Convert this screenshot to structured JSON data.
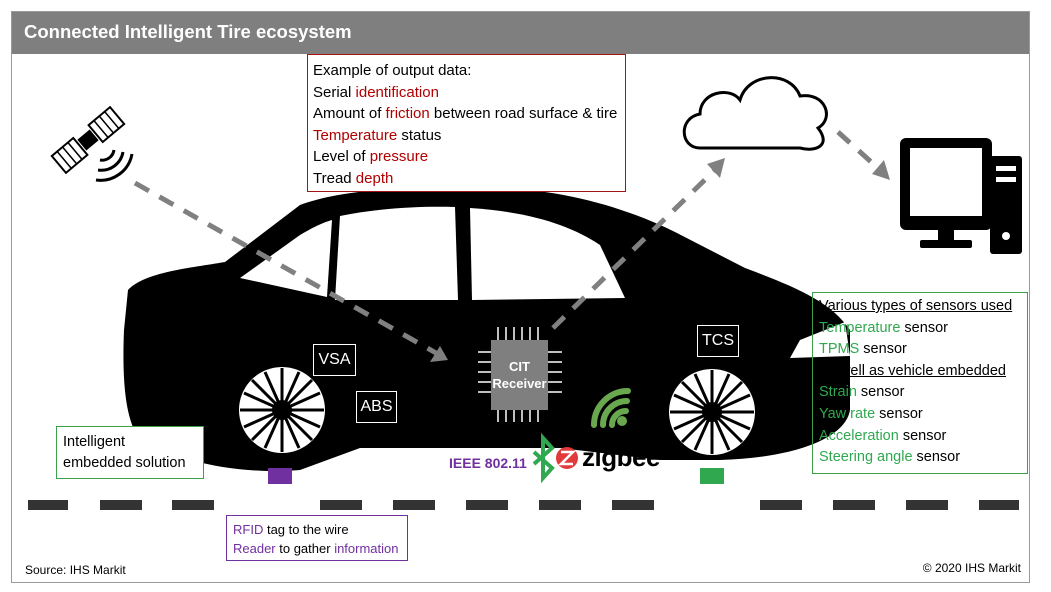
{
  "header": {
    "title": "Connected Intelligent Tire ecosystem"
  },
  "output_box": {
    "heading": "Example of output data:",
    "lines": [
      {
        "pre": "Serial ",
        "hl": "identification",
        "post": ""
      },
      {
        "pre": "Amount of ",
        "hl": "friction",
        "post": " between road surface & tire"
      },
      {
        "pre": "",
        "hl": "Temperature",
        "post": " status"
      },
      {
        "pre": "Level of ",
        "hl": "pressure",
        "post": ""
      },
      {
        "pre": "Tread ",
        "hl": "depth",
        "post": ""
      }
    ]
  },
  "sensors_box": {
    "heading1": "Various types of sensors used",
    "group1": [
      {
        "hl": "Temperature",
        "post": " sensor"
      },
      {
        "hl": "TPMS",
        "post": " sensor"
      }
    ],
    "heading2": "As well as vehicle embedded",
    "group2": [
      {
        "hl": "Strain",
        "post": " sensor"
      },
      {
        "hl": "Yaw rate",
        "post": " sensor"
      },
      {
        "hl": "Acceleration",
        "post": " sensor"
      },
      {
        "hl": "Steering angle",
        "post": " sensor"
      }
    ]
  },
  "embedded_box": {
    "line1": "Intelligent",
    "line2": "embedded solution"
  },
  "rfid_box": {
    "line1": {
      "hl": "RFID",
      "post": " tag to the wire"
    },
    "line2": {
      "hl1": "Reader",
      "mid": " to gather ",
      "hl2": "information"
    }
  },
  "car_labels": {
    "vsa": "VSA",
    "abs": "ABS",
    "tcs": "TCS"
  },
  "chip": {
    "line1": "CIT",
    "line2": "Receiver"
  },
  "protocols": {
    "ieee": "IEEE 802.11",
    "zigbee": "zigbee"
  },
  "footer": {
    "source": "Source: IHS Markit",
    "copyright": "© 2020 IHS Markit"
  },
  "icons": [
    "satellite-icon",
    "cloud-icon",
    "computer-icon",
    "wifi-icon",
    "bluetooth-icon",
    "zigbee-logo-icon",
    "chip-icon",
    "wheel-icon"
  ],
  "colors": {
    "header": "#7f7f7f",
    "red": "#b00000",
    "green": "#2fa84f",
    "purple": "#7030a0",
    "arrow": "#808080",
    "chip": "#7f7f7f"
  }
}
